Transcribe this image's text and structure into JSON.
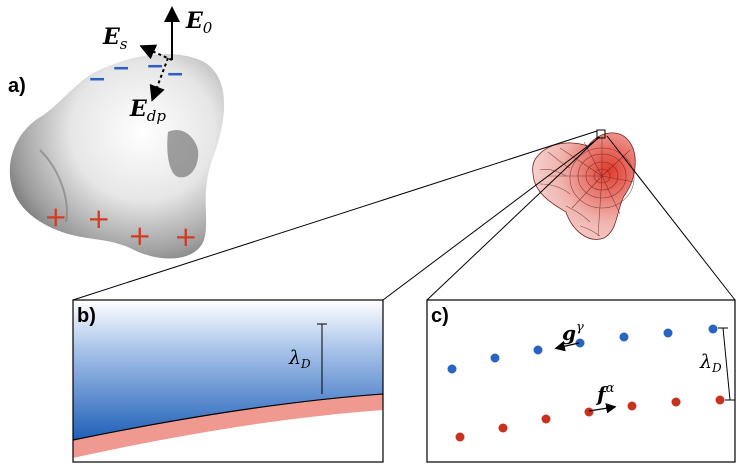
{
  "panel_labels": {
    "a": "a)",
    "b": "b)",
    "c": "c)"
  },
  "vectors": {
    "E0": {
      "base": "E",
      "sub": "0"
    },
    "Es": {
      "base": "E",
      "sub": "s"
    },
    "Edp": {
      "base": "E",
      "sub": "dp"
    }
  },
  "charges": {
    "negative": "−",
    "positive": "+"
  },
  "debye": {
    "base": "λ",
    "sub": "D"
  },
  "force_labels": {
    "g": {
      "base": "g",
      "sup": "γ"
    },
    "f": {
      "base": "f",
      "sup": "α"
    }
  },
  "colors": {
    "negative": "#2a62c4",
    "positive": "#d23a22",
    "blue_dot": "#2a64c2",
    "red_dot": "#c8321c",
    "membrane": "#ef9990",
    "cell_mesh": "#d94b44"
  }
}
